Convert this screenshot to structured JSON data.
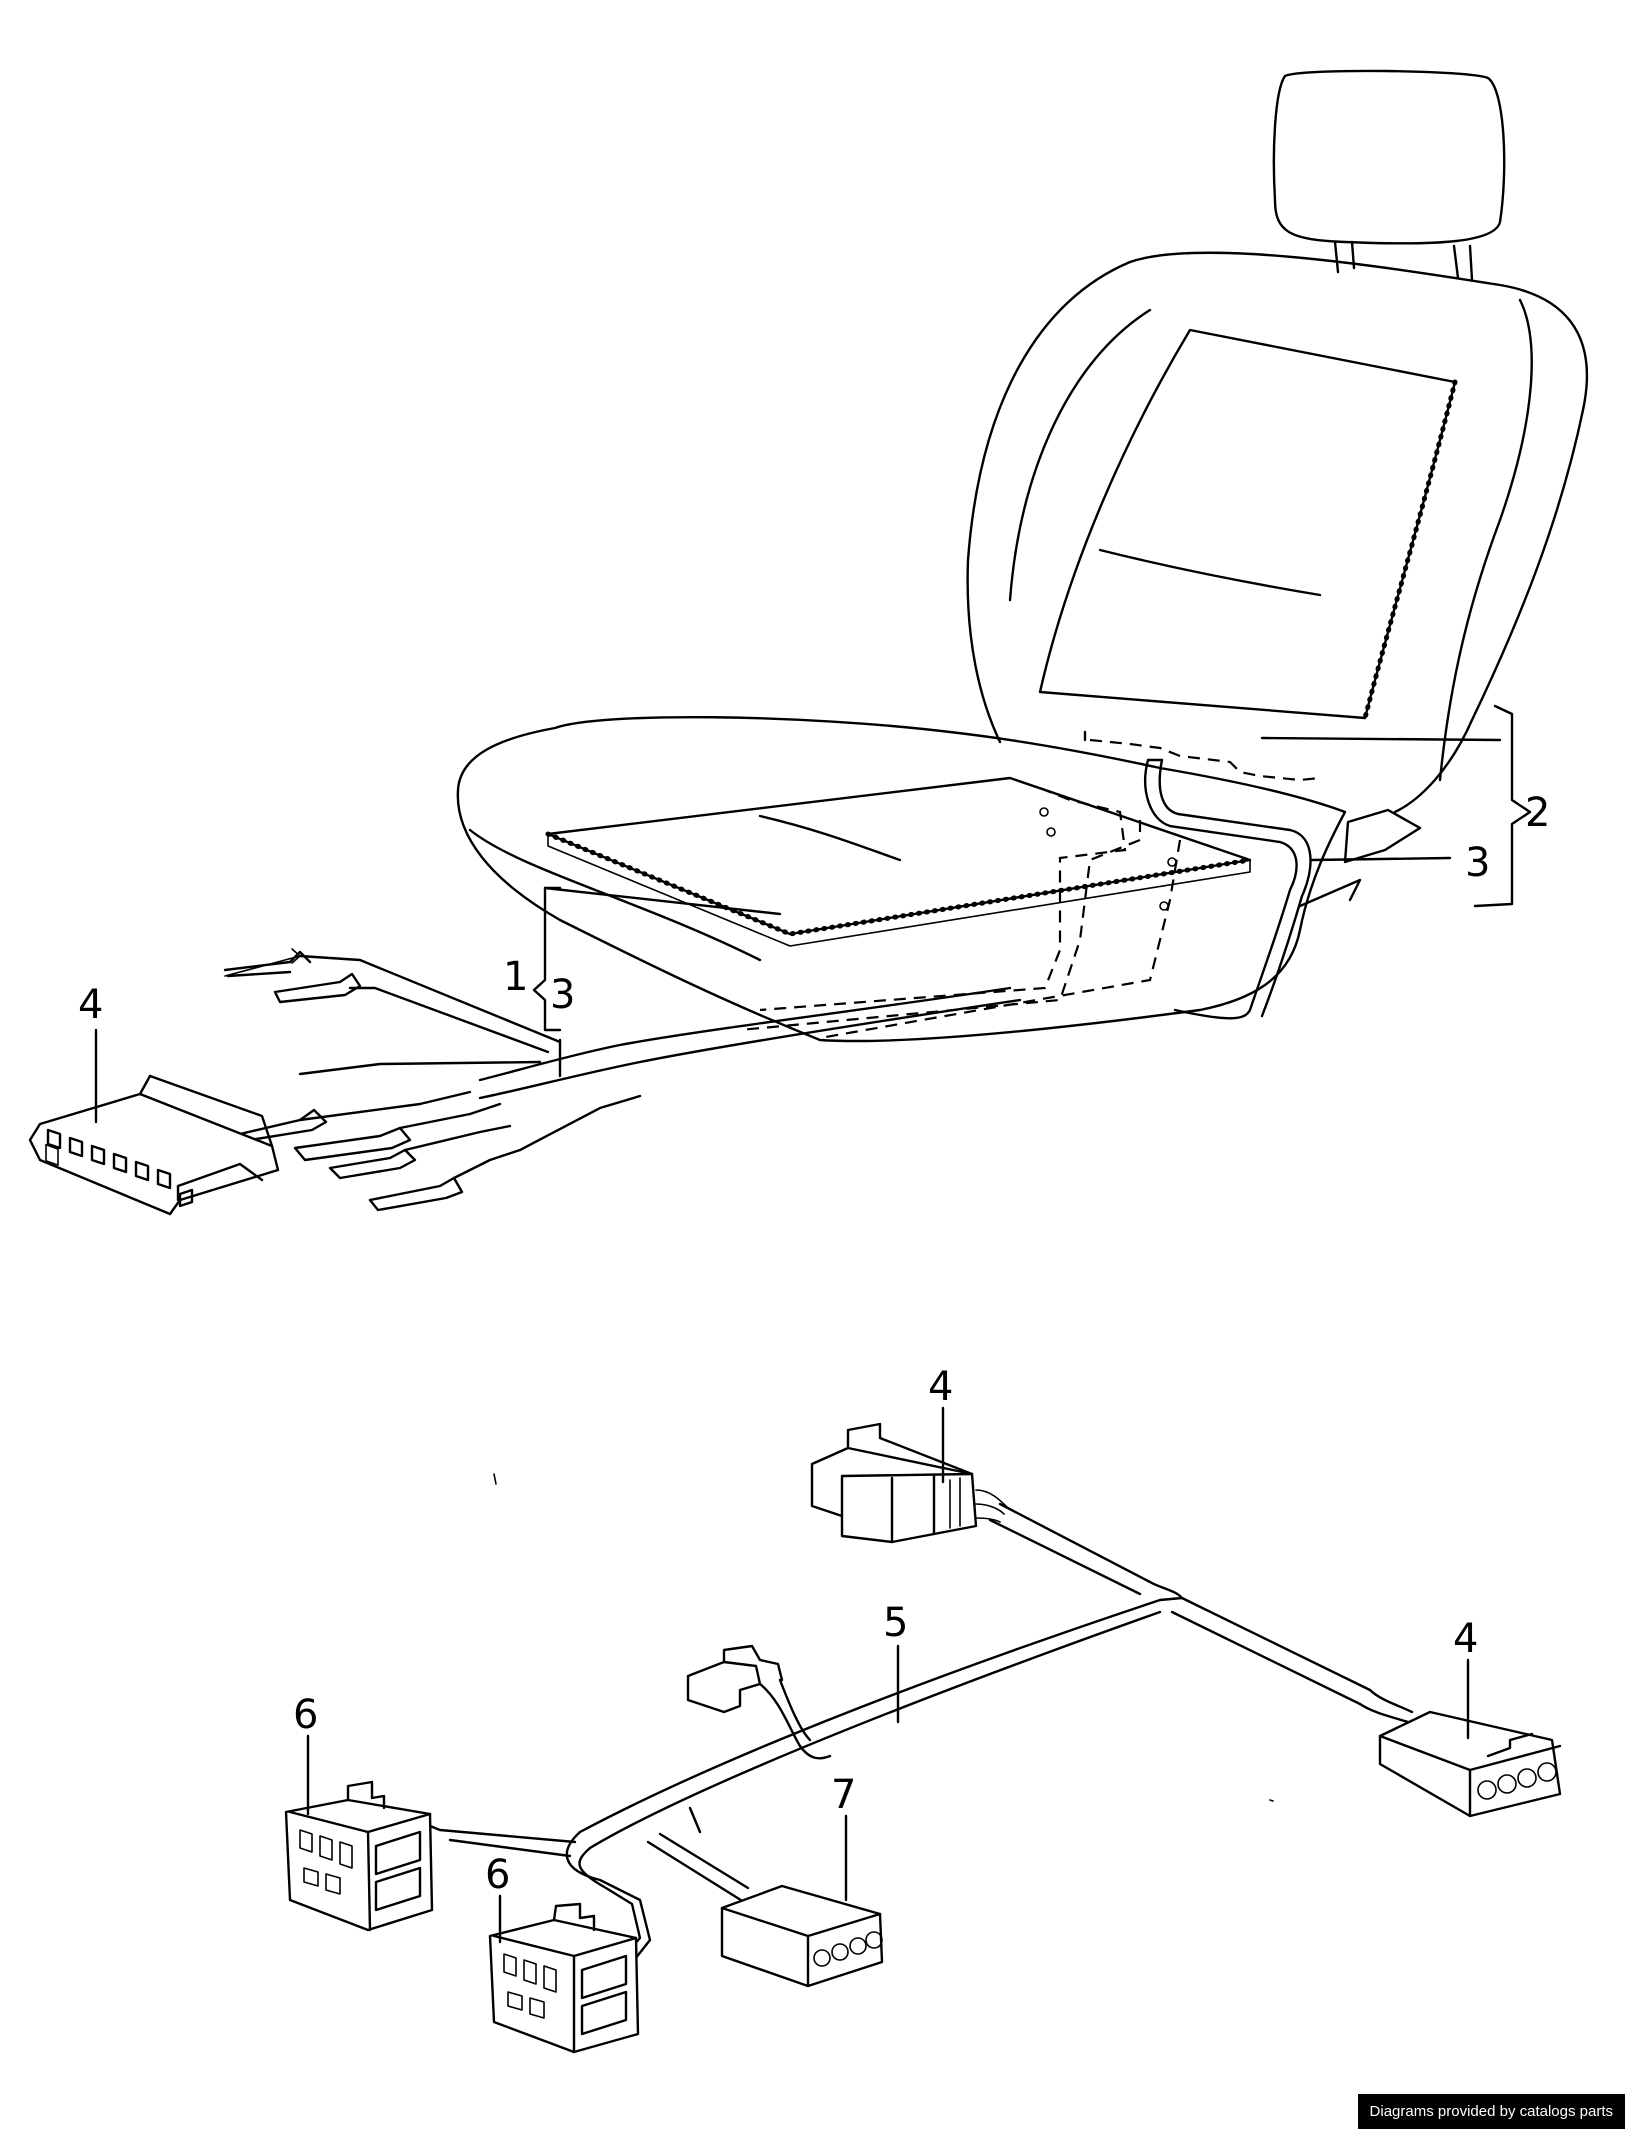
{
  "callouts": {
    "c1": "1",
    "c2": "2",
    "c3a": "3",
    "c3b": "3",
    "c4a": "4",
    "c4b": "4",
    "c4c": "4",
    "c5": "5",
    "c6a": "6",
    "c6b": "6",
    "c7": "7"
  },
  "credit": "Diagrams provided by catalogs parts"
}
